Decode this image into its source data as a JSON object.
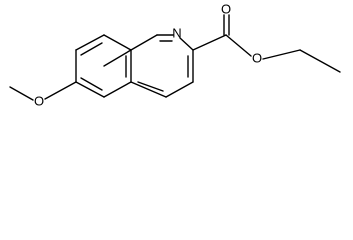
{
  "molecule": {
    "atom_labels": {
      "ring_nitrogen": "N",
      "carbonyl_oxygen": "O",
      "ester_oxygen": "O",
      "methoxy_oxygen": "O"
    },
    "colors": {
      "bond": "#000000",
      "text": "#000000",
      "background": "#ffffff"
    }
  }
}
